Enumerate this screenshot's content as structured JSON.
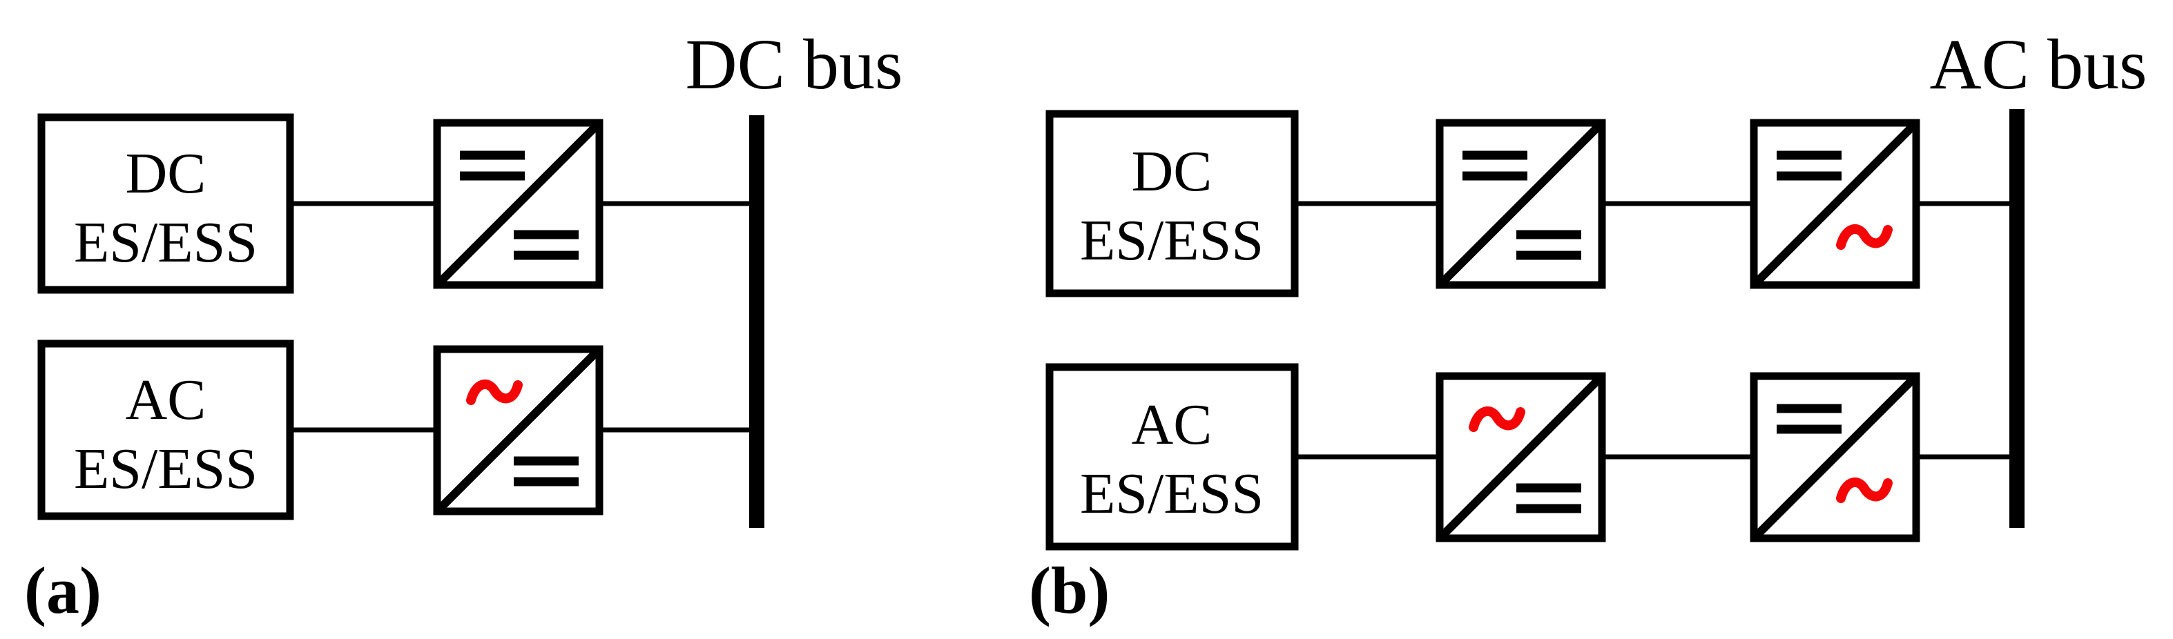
{
  "colors": {
    "accent_red": "#f40606",
    "ink": "#000000",
    "background": "#ffffff"
  },
  "panel_a": {
    "caption": "(a)",
    "bus_label": "DC bus",
    "bus_type": "DC",
    "rows": [
      {
        "source": {
          "line1": "DC",
          "line2": "ES/ESS"
        },
        "converters": [
          {
            "type": "DC/DC converter",
            "top_left_port": "dc",
            "bottom_right_port": "dc"
          }
        ]
      },
      {
        "source": {
          "line1": "AC",
          "line2": "ES/ESS"
        },
        "converters": [
          {
            "type": "AC/DC converter",
            "top_left_port": "ac",
            "bottom_right_port": "dc"
          }
        ]
      }
    ]
  },
  "panel_b": {
    "caption": "(b)",
    "bus_label": "AC bus",
    "bus_type": "AC",
    "rows": [
      {
        "source": {
          "line1": "DC",
          "line2": "ES/ESS"
        },
        "converters": [
          {
            "type": "DC/DC converter",
            "top_left_port": "dc",
            "bottom_right_port": "dc"
          },
          {
            "type": "DC/AC converter",
            "top_left_port": "dc",
            "bottom_right_port": "ac"
          }
        ]
      },
      {
        "source": {
          "line1": "AC",
          "line2": "ES/ESS"
        },
        "converters": [
          {
            "type": "AC/DC converter",
            "top_left_port": "ac",
            "bottom_right_port": "dc"
          },
          {
            "type": "DC/AC converter",
            "top_left_port": "dc",
            "bottom_right_port": "ac"
          }
        ]
      }
    ]
  }
}
